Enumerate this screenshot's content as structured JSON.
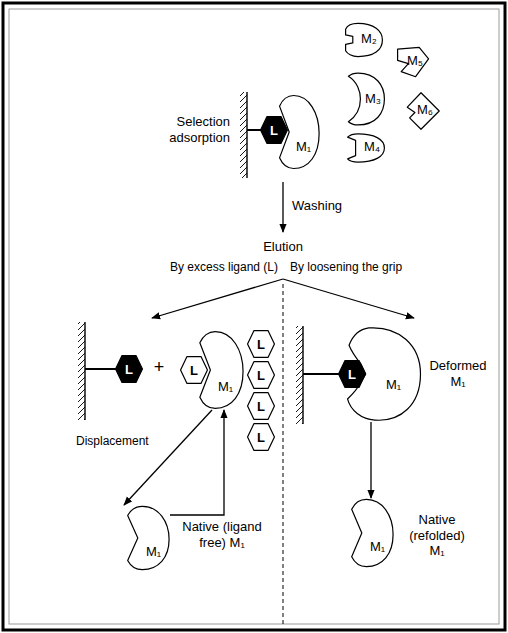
{
  "diagram": {
    "nodes": [
      {
        "text": [
          "L"
        ]
      },
      {
        "text": [
          "M₁"
        ]
      },
      {
        "text": [
          "M₂"
        ]
      },
      {
        "text": [
          "M₅"
        ]
      },
      {
        "text": [
          "M₃"
        ]
      },
      {
        "text": [
          "M₆"
        ]
      },
      {
        "text": [
          "M₄"
        ]
      },
      {
        "text": [
          "L"
        ]
      },
      {
        "text": [
          "L"
        ]
      },
      {
        "text": [
          "M₁"
        ]
      },
      {
        "text": [
          "L"
        ]
      },
      {
        "text": [
          "L"
        ]
      },
      {
        "text": [
          "L"
        ]
      },
      {
        "text": [
          "L"
        ]
      },
      {
        "text": [
          "M₁",
          "Native (ligand free) M₁"
        ]
      },
      {
        "text": [
          "L"
        ]
      },
      {
        "text": [
          "M₁",
          "Deformed M₁"
        ]
      },
      {
        "text": [
          "M₁",
          "Native (refolded) M₁"
        ]
      }
    ],
    "edges": [
      {
        "from": 9,
        "to": 14,
        "arrow": "to",
        "label": "Displacement"
      },
      {
        "from": 14,
        "to": 9,
        "arrow": "to"
      },
      {
        "from": 16,
        "to": 17,
        "arrow": "to"
      }
    ],
    "labels": [
      "Selection adsorption",
      "Washing",
      "Elution",
      "By excess ligand (L)",
      "By loosening the grip",
      "+"
    ]
  }
}
